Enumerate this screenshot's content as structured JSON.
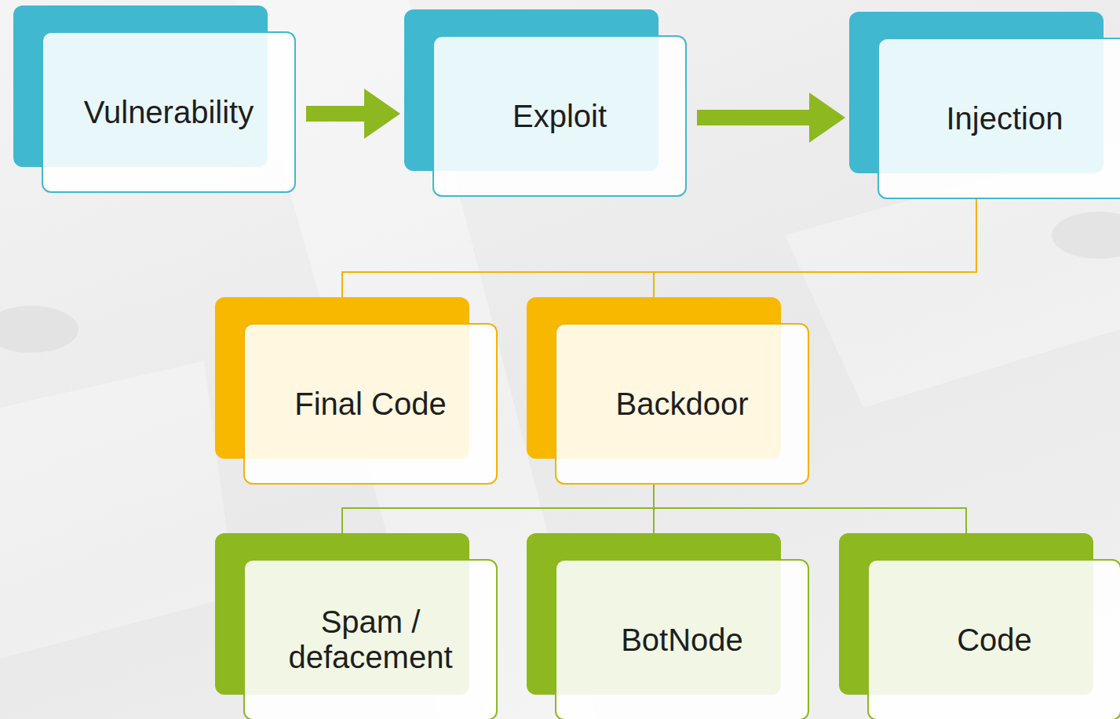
{
  "diagram": {
    "nodes": [
      {
        "text": [
          "Vulnerability"
        ]
      },
      {
        "text": [
          "Exploit"
        ]
      },
      {
        "text": [
          "Injection"
        ]
      },
      {
        "text": [
          "Final Code"
        ]
      },
      {
        "text": [
          "Backdoor"
        ]
      },
      {
        "text": [
          "Spam / defacement"
        ]
      },
      {
        "text": [
          "BotNode"
        ]
      },
      {
        "text": [
          "Code"
        ]
      }
    ],
    "edges": [
      {
        "from": 0,
        "to": 1,
        "arrow": "to"
      },
      {
        "from": 1,
        "to": 2,
        "arrow": "to"
      },
      {
        "from": 2,
        "to": 3,
        "arrow": "none"
      },
      {
        "from": 2,
        "to": 4,
        "arrow": "none"
      },
      {
        "from": 4,
        "to": 5,
        "arrow": "none"
      },
      {
        "from": 4,
        "to": 6,
        "arrow": "none"
      },
      {
        "from": 4,
        "to": 7,
        "arrow": "none"
      }
    ]
  }
}
